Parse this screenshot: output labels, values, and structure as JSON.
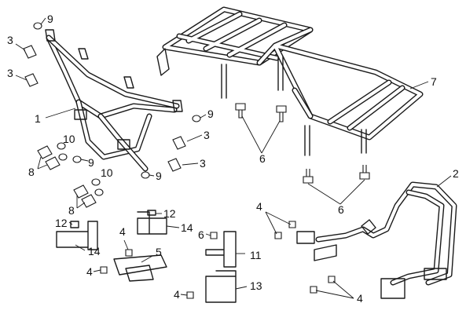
{
  "diagram": {
    "callouts": [
      {
        "id": "c1",
        "text": "1"
      },
      {
        "id": "c2",
        "text": "2"
      },
      {
        "id": "c3a",
        "text": "3"
      },
      {
        "id": "c3b",
        "text": "3"
      },
      {
        "id": "c3c",
        "text": "3"
      },
      {
        "id": "c3d",
        "text": "3"
      },
      {
        "id": "c4a",
        "text": "4"
      },
      {
        "id": "c4b",
        "text": "4"
      },
      {
        "id": "c4c",
        "text": "4"
      },
      {
        "id": "c4d",
        "text": "4"
      },
      {
        "id": "c4e",
        "text": "4"
      },
      {
        "id": "c5",
        "text": "5"
      },
      {
        "id": "c6a",
        "text": "6"
      },
      {
        "id": "c6b",
        "text": "6"
      },
      {
        "id": "c6c",
        "text": "6"
      },
      {
        "id": "c7",
        "text": "7"
      },
      {
        "id": "c8a",
        "text": "8"
      },
      {
        "id": "c8b",
        "text": "8"
      },
      {
        "id": "c9a",
        "text": "9"
      },
      {
        "id": "c9b",
        "text": "9"
      },
      {
        "id": "c9c",
        "text": "9"
      },
      {
        "id": "c9d",
        "text": "9"
      },
      {
        "id": "c10a",
        "text": "10"
      },
      {
        "id": "c10b",
        "text": "10"
      },
      {
        "id": "c11",
        "text": "11"
      },
      {
        "id": "c12a",
        "text": "12"
      },
      {
        "id": "c12b",
        "text": "12"
      },
      {
        "id": "c13",
        "text": "13"
      },
      {
        "id": "c14a",
        "text": "14"
      },
      {
        "id": "c14b",
        "text": "14"
      }
    ]
  }
}
